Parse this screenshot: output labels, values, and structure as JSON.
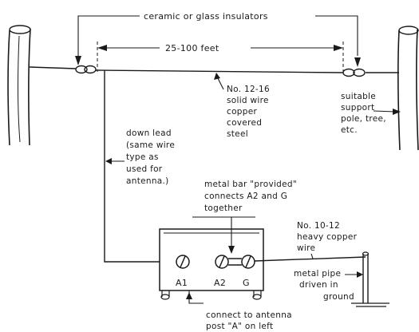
{
  "labels": {
    "insulators": "ceramic or glass insulators",
    "span": "25-100 feet",
    "antenna_wire": [
      "No. 12-16",
      "solid wire",
      "copper",
      "covered",
      "steel"
    ],
    "support": [
      "suitable",
      "support",
      "pole, tree,",
      "etc."
    ],
    "down_lead": [
      "down lead",
      "(same wire",
      "type as",
      "used for",
      "antenna.)"
    ],
    "metal_bar": [
      "metal bar \"provided\"",
      "connects A2 and G",
      "together"
    ],
    "heavy_wire": [
      "No. 10-12",
      "heavy copper",
      "wire"
    ],
    "metal_pipe": [
      "metal pipe",
      "driven in",
      "ground"
    ],
    "connect_note": [
      "connect to antenna",
      "post \"A\" on left"
    ],
    "terminals": {
      "a1": "A1",
      "a2": "A2",
      "g": "G"
    }
  }
}
